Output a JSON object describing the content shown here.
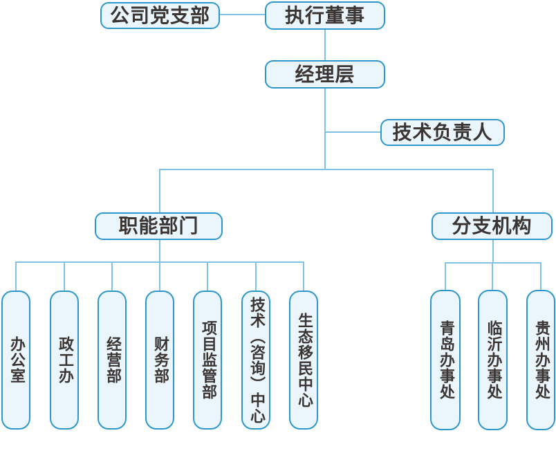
{
  "org_chart": {
    "top": {
      "party_branch": "公司党支部",
      "executive_director": "执行董事",
      "management_layer": "经理层",
      "technical_lead": "技术负责人"
    },
    "groups": {
      "functional_departments": {
        "label": "职能部门",
        "children": [
          "办公室",
          "政工办",
          "经营部",
          "财务部",
          "项目监管部",
          "技术（咨询）中心",
          "生态移民中心"
        ]
      },
      "branch_offices": {
        "label": "分支机构",
        "children": [
          "青岛办事处",
          "临沂办事处",
          "贵州办事处"
        ]
      }
    },
    "colors": {
      "box_border": "#2d97cd",
      "box_fill": "#eaf5fc",
      "connector": "#7fc2e4",
      "text": "#3a3532",
      "background": "#ffffff"
    }
  }
}
